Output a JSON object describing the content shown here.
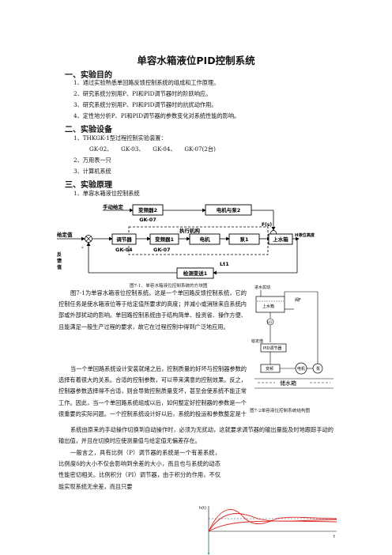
{
  "title": "单容水箱液位PID控制系统",
  "sections": [
    {
      "heading": "一、实验目的",
      "items": [
        "1、通过实验熟悉单回路反馈控制系统的组成和工作原理。",
        "2、研究系统分别用P、PI和PID调节器时的阶跃响应。",
        "3、研究系统分别用P、PI和PID调节器时的抗扰动作用。",
        "4、定性地分析P、PI和PID调节器的参数变化对系统性能的影响。"
      ]
    },
    {
      "heading": "二、实验设备",
      "items": [
        "1、THKGK-1型过程控制实验装置：",
        "GK-02、　　GK-03、　　GK-04、　　GK-07(2台)",
        "2、万用表一只",
        "3、计算机系统"
      ]
    },
    {
      "heading": "三、实验原理",
      "items": [
        "1、单容水箱液位控制系统"
      ]
    }
  ],
  "fig1": {
    "caption": "图7-1、单容水箱液位控制系统的方块图",
    "manual_label": "手动给定",
    "inverter2_line1": "变频器2",
    "inverter2_line2": "GK-07",
    "motor_pump2": "电机与泵2",
    "actuator_label": "执行机构",
    "setpoint_label": "给定值",
    "controller_line1": "调节器",
    "controller_line2": "GK-04",
    "inverter1_line1": "变频器1",
    "inverter1_line2": "GK-07",
    "motor": "电机",
    "pump1": "泵1",
    "tank": "上水箱",
    "disturbance": "F(s)",
    "output_label": "H液位高度",
    "feedback_label": "反馈值",
    "feedback_minus": "-",
    "lt1": "Lt1",
    "transmitter": "检测变送1"
  },
  "fig2": {
    "caption": "图7-2单容液位控制系统结构图",
    "inlet_disturbance": "进水扰动",
    "upper_tank": "上水箱",
    "valve": "阀F",
    "lt1": "Lt1",
    "setpoint": "给定值",
    "pid": "PID调节器",
    "inverter": "变频",
    "motor": "电机",
    "pump": "泵",
    "reservoir": "储水箱"
  },
  "paragraphs": {
    "p1": "图7-1为单容水箱液位控制系统。这是一个单回路反馈控制系统，它的控制任务是使水箱液位等于给定值所要求的高度；并减小或消除来自系统内部或外部扰动的影响。单回路控制系统由于结构简单、投资省、操作方便、且能满足一般生产过程的要求，故它在过程控制中得到广泛地应用。",
    "p2": "当一个单回路系统设计安装就绪之后，控制质量的好坏与控制器参数的选择有着很大的关系。合适的控制参数，可以带来满意的控制效果。反之，控制器参数选择得不合适，则会导致控制质量变坏，甚至会使系统不能正常工作。因此，当一个单回路系统组成以后，如何整定好控制器的参数是一个很重要的实际问题。一个控制系统设计好以后，系统的投运和参数整定是十分重要的工作。",
    "p3": "系统由原来的手动操作切换到自动操作时，必须为无扰动，这就要求调节器的输出量能及时地跟踪手动的输出值，并且在切换时应使测量值与给定值无偏差存在。",
    "p4": "一般言之，具有比例（P）调节器的系统是一个有差系统，比例度δ的大小不仅会影响到余差的大小，而且也与系统的动态性能密切相关。比例积分（PI）调节器，由于积分的作用，不仅能实现系统无余差，而且只要"
  },
  "fig3": {
    "y_axis": "h(t)",
    "t_axis": "t"
  }
}
